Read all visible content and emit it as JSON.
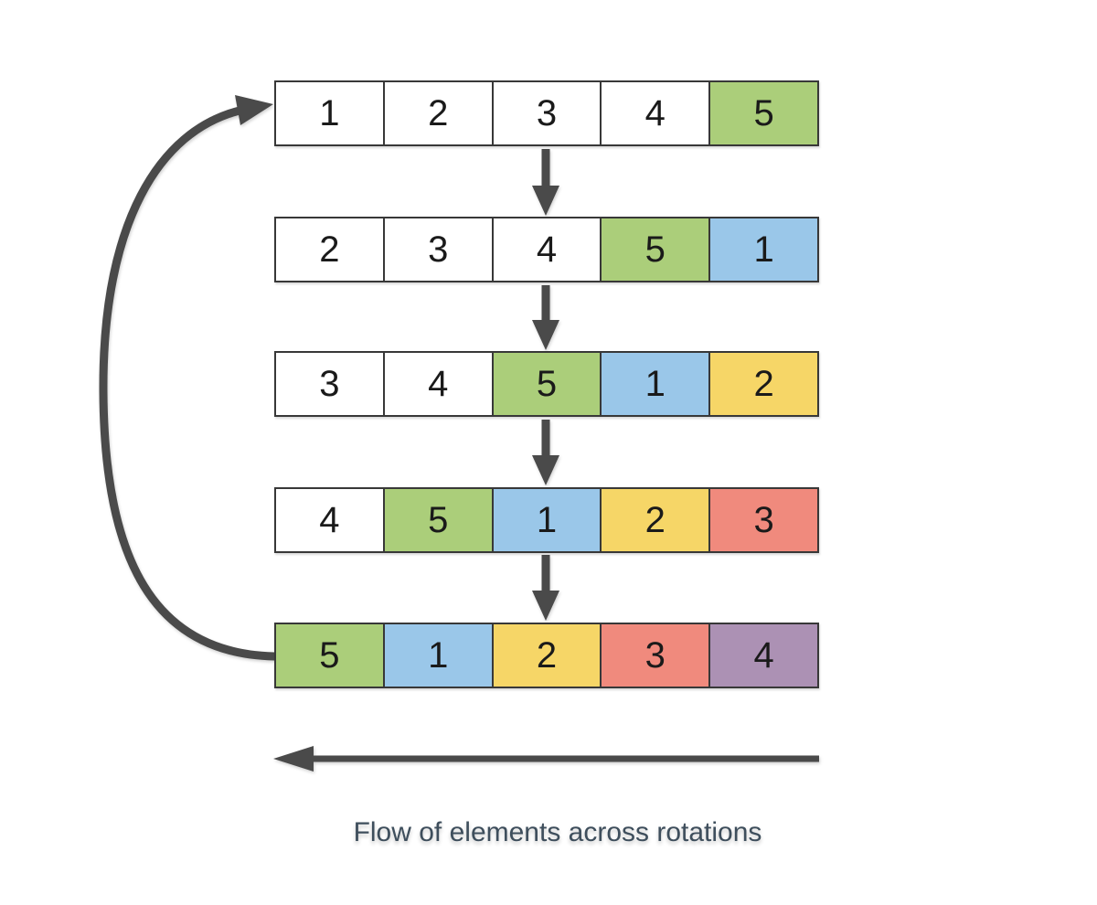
{
  "diagram": {
    "kind": "array-rotation-flow",
    "caption": {
      "text": "Flow of elements across rotations",
      "color": "#3e4e5c"
    },
    "palette": {
      "white": "#ffffff",
      "green": "#abce7a",
      "blue": "#9ac7e9",
      "yellow": "#f6d667",
      "red": "#f08a7d",
      "purple": "#ac91b4"
    },
    "stroke": {
      "cell_border": "#383838",
      "arrow": "#4a4a4a"
    },
    "rows": [
      {
        "label": "rotation-1",
        "cells": [
          {
            "value": "1",
            "fill": "white"
          },
          {
            "value": "2",
            "fill": "white"
          },
          {
            "value": "3",
            "fill": "white"
          },
          {
            "value": "4",
            "fill": "white"
          },
          {
            "value": "5",
            "fill": "green"
          }
        ]
      },
      {
        "label": "rotation-2",
        "cells": [
          {
            "value": "2",
            "fill": "white"
          },
          {
            "value": "3",
            "fill": "white"
          },
          {
            "value": "4",
            "fill": "white"
          },
          {
            "value": "5",
            "fill": "green"
          },
          {
            "value": "1",
            "fill": "blue"
          }
        ]
      },
      {
        "label": "rotation-3",
        "cells": [
          {
            "value": "3",
            "fill": "white"
          },
          {
            "value": "4",
            "fill": "white"
          },
          {
            "value": "5",
            "fill": "green"
          },
          {
            "value": "1",
            "fill": "blue"
          },
          {
            "value": "2",
            "fill": "yellow"
          }
        ]
      },
      {
        "label": "rotation-4",
        "cells": [
          {
            "value": "4",
            "fill": "white"
          },
          {
            "value": "5",
            "fill": "green"
          },
          {
            "value": "1",
            "fill": "blue"
          },
          {
            "value": "2",
            "fill": "yellow"
          },
          {
            "value": "3",
            "fill": "red"
          }
        ]
      },
      {
        "label": "rotation-5",
        "cells": [
          {
            "value": "5",
            "fill": "green"
          },
          {
            "value": "1",
            "fill": "blue"
          },
          {
            "value": "2",
            "fill": "yellow"
          },
          {
            "value": "3",
            "fill": "red"
          },
          {
            "value": "4",
            "fill": "purple"
          }
        ]
      }
    ],
    "arrows": {
      "loop_back": "bottom-row left edge curving up to top-row left edge",
      "step_arrows": 4,
      "flow_direction": "right to left"
    }
  }
}
